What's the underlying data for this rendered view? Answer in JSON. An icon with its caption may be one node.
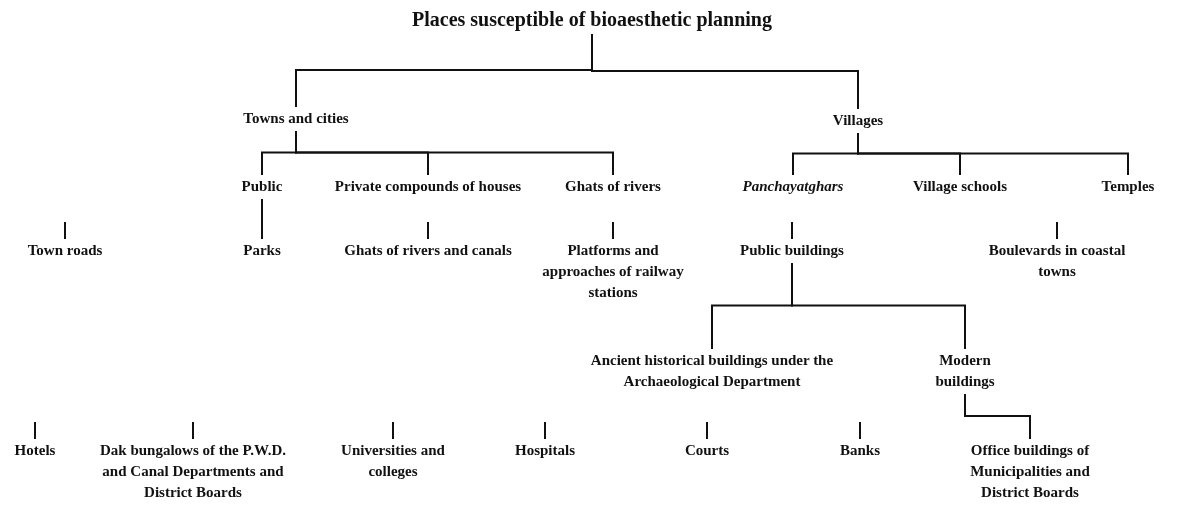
{
  "diagram": {
    "nodes": [
      {
        "text": [
          "Places susceptible of bioaesthetic planning"
        ]
      },
      {
        "text": [
          "Towns and cities"
        ]
      },
      {
        "text": [
          "Villages"
        ]
      },
      {
        "text": [
          "Public"
        ]
      },
      {
        "text": [
          "Private compounds of houses"
        ]
      },
      {
        "text": [
          "Ghats of rivers"
        ]
      },
      {
        "text": [
          "Panchayatghars"
        ]
      },
      {
        "text": [
          "Village schools"
        ]
      },
      {
        "text": [
          "Temples"
        ]
      },
      {
        "text": [
          "Town roads"
        ]
      },
      {
        "text": [
          "Parks"
        ]
      },
      {
        "text": [
          "Ghats of rivers and canals"
        ]
      },
      {
        "text": [
          "Platforms and approaches of railway stations"
        ]
      },
      {
        "text": [
          "Public buildings"
        ]
      },
      {
        "text": [
          "Boulevards in coastal towns"
        ]
      },
      {
        "text": [
          "Ancient historical buildings under the Archaeological Department"
        ]
      },
      {
        "text": [
          "Modern buildings"
        ]
      },
      {
        "text": [
          "Hotels"
        ]
      },
      {
        "text": [
          "Dak bungalows of the P.W.D. and Canal Departments and District Boards"
        ]
      },
      {
        "text": [
          "Universities and colleges"
        ]
      },
      {
        "text": [
          "Hospitals"
        ]
      },
      {
        "text": [
          "Courts"
        ]
      },
      {
        "text": [
          "Banks"
        ]
      },
      {
        "text": [
          "Office buildings of Municipalities and District Boards"
        ]
      }
    ],
    "edges": [
      {
        "from": 0,
        "to": 1,
        "arrow": "none"
      },
      {
        "from": 0,
        "to": 2,
        "arrow": "none"
      },
      {
        "from": 1,
        "to": 3,
        "arrow": "none"
      },
      {
        "from": 1,
        "to": 4,
        "arrow": "none"
      },
      {
        "from": 1,
        "to": 5,
        "arrow": "none"
      },
      {
        "from": 2,
        "to": 6,
        "arrow": "none"
      },
      {
        "from": 2,
        "to": 7,
        "arrow": "none"
      },
      {
        "from": 2,
        "to": 8,
        "arrow": "none"
      },
      {
        "from": 3,
        "to": 10,
        "arrow": "none"
      },
      {
        "from": null,
        "to": 9,
        "arrow": "none"
      },
      {
        "from": null,
        "to": 11,
        "arrow": "none"
      },
      {
        "from": null,
        "to": 12,
        "arrow": "none"
      },
      {
        "from": null,
        "to": 13,
        "arrow": "none"
      },
      {
        "from": null,
        "to": 14,
        "arrow": "none"
      },
      {
        "from": 13,
        "to": 15,
        "arrow": "none"
      },
      {
        "from": 13,
        "to": 16,
        "arrow": "none"
      },
      {
        "from": 16,
        "to": 23,
        "arrow": "none"
      },
      {
        "from": null,
        "to": 17,
        "arrow": "none"
      },
      {
        "from": null,
        "to": 18,
        "arrow": "none"
      },
      {
        "from": null,
        "to": 19,
        "arrow": "none"
      },
      {
        "from": null,
        "to": 20,
        "arrow": "none"
      },
      {
        "from": null,
        "to": 21,
        "arrow": "none"
      },
      {
        "from": null,
        "to": 22,
        "arrow": "none"
      }
    ]
  }
}
